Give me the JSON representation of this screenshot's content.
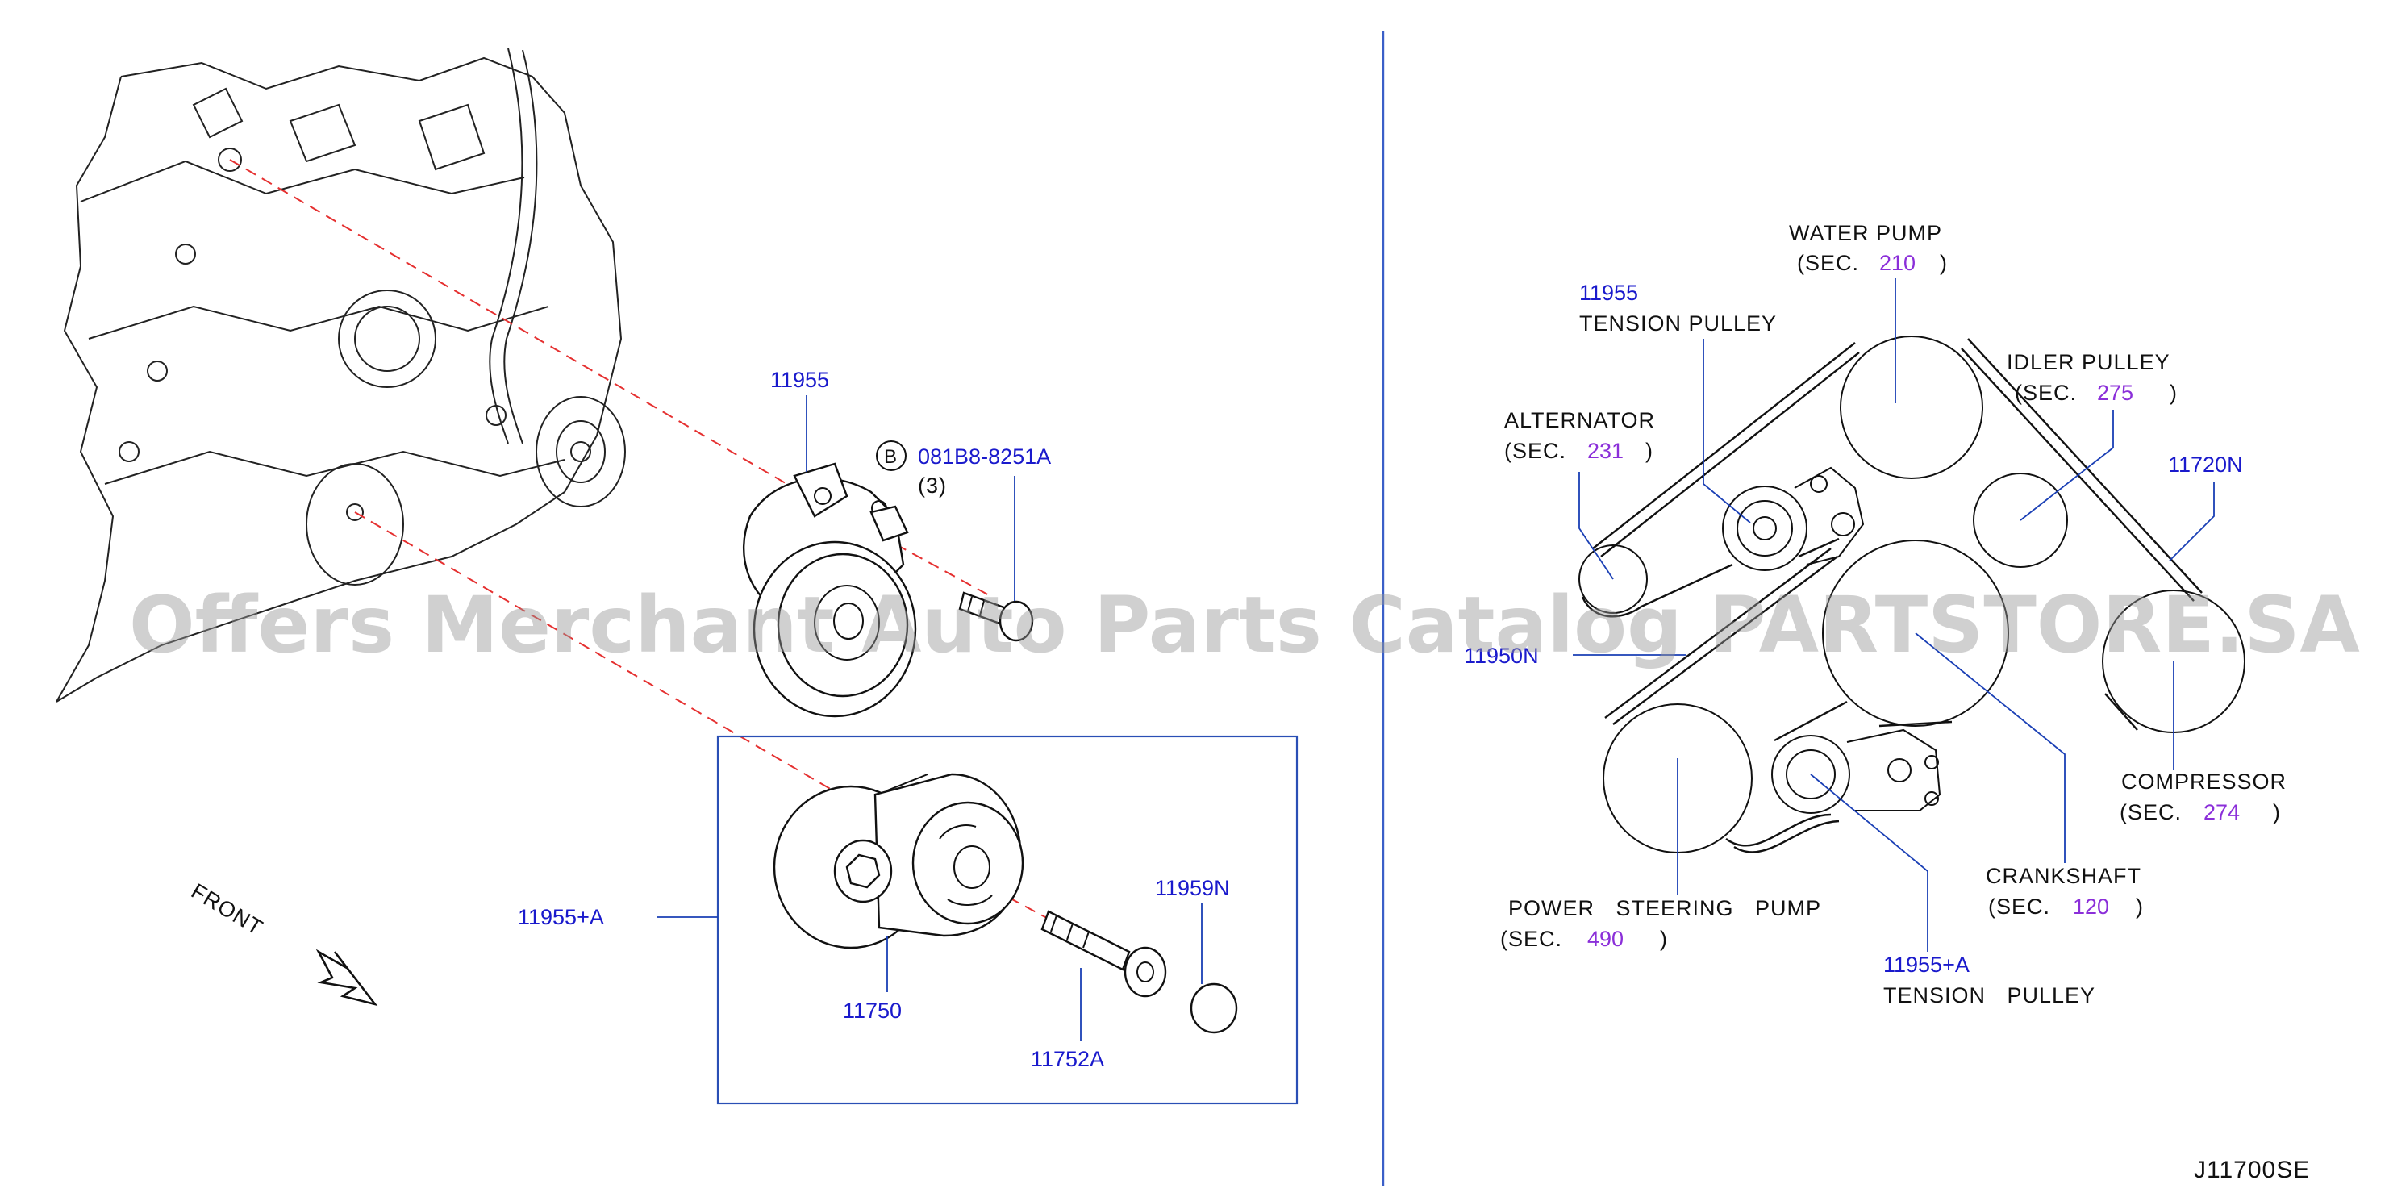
{
  "labels": {
    "tension_pulley_left": "11955",
    "bolt_b": "B",
    "bolt_number": "081B8-8251A",
    "bolt_qty": "(3)",
    "assy_number": "11955+A",
    "cap_number": "11959N",
    "pulley_11750": "11750",
    "bolt_11752a": "11752A",
    "front": "FRONT",
    "drawing_id": "J11700SE"
  },
  "belt_layout": {
    "water_pump": {
      "name": "WATER PUMP",
      "sec_prefix": "(SEC.",
      "sec_no": "210",
      "sec_close": ")"
    },
    "tension_pulley_top": {
      "part_no": "11955",
      "name": "TENSION PULLEY"
    },
    "idler_pulley": {
      "name": "IDLER PULLEY",
      "sec_prefix": "(SEC.",
      "sec_no": "275",
      "sec_close": ")"
    },
    "alternator": {
      "name": "ALTERNATOR",
      "sec_prefix": "(SEC.",
      "sec_no": "231",
      "sec_close": ")"
    },
    "belt_11720n": "11720N",
    "belt_11950n": "11950N",
    "compressor": {
      "name": "COMPRESSOR",
      "sec_prefix": "(SEC.",
      "sec_no": "274",
      "sec_close": ")"
    },
    "crankshaft": {
      "name": "CRANKSHAFT",
      "sec_prefix": "(SEC.",
      "sec_no": "120",
      "sec_close": ")"
    },
    "power_steering": {
      "name": "POWER STEERING PUMP",
      "sec_prefix": "(SEC.",
      "sec_no": "490",
      "sec_close": ")"
    },
    "tension_pulley_bottom": {
      "part_no": "11955+A",
      "name": "TENSION PULLEY"
    }
  },
  "watermark": "Offers Merchant Auto Parts Catalog PARTSTORE.SA",
  "colors": {
    "part_number": "#1a1acc",
    "section_number": "#8b2fd9",
    "leader": "#1a3fb5",
    "explode_line": "#e53030"
  }
}
